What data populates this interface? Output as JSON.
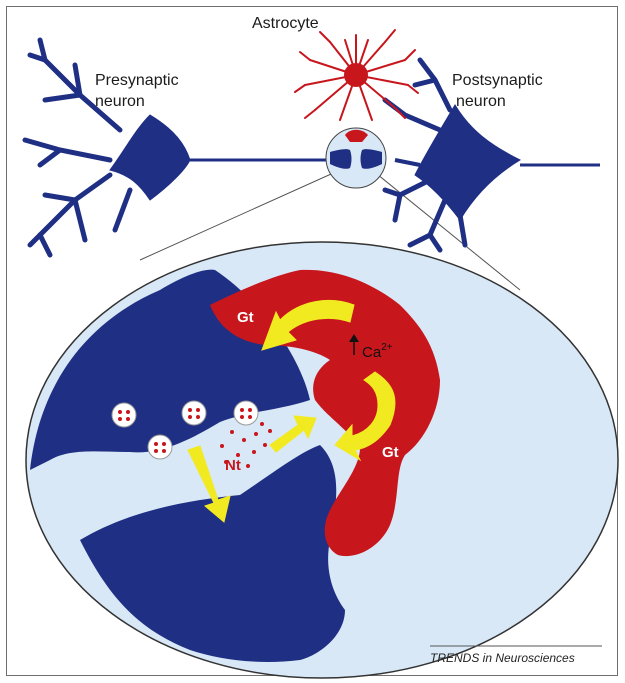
{
  "labels": {
    "astrocyte": "Astrocyte",
    "presynaptic_line1": "Presynaptic",
    "presynaptic_line2": "neuron",
    "postsynaptic_line1": "Postsynaptic",
    "postsynaptic_line2": "neuron",
    "gt_top": "Gt",
    "gt_bottom": "Gt",
    "calcium_base": "Ca",
    "calcium_sup": "2+",
    "nt": "Nt",
    "credit": "TRENDS in Neurosciences"
  },
  "colors": {
    "neuron": "#1f2f84",
    "astrocyte": "#c8161d",
    "cleft": "#d8e8f6",
    "arrow": "#f2ea21",
    "outline": "#555555"
  }
}
